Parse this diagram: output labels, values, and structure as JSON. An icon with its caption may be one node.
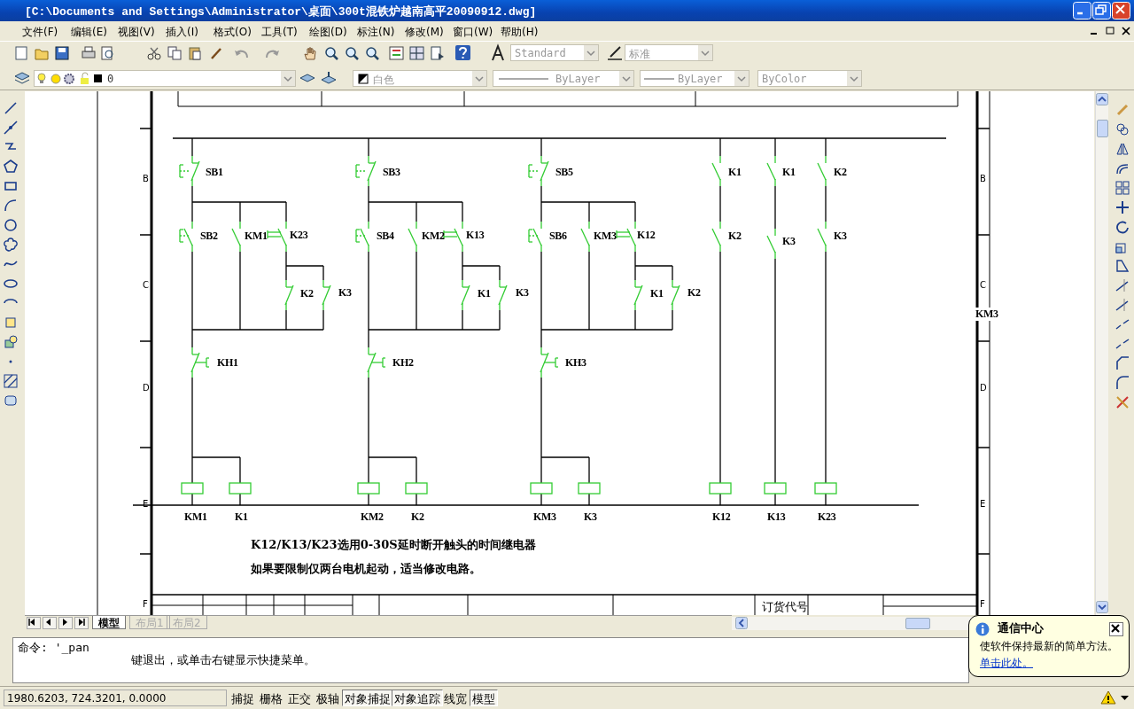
{
  "diagram": {
    "title": "[C:\\Documents and Settings\\Administrator\\桌面\\300t混铁炉越南高平20090912.dwg]",
    "labels": [
      "文件(F)",
      "编辑(E)",
      "视图(V)",
      "插入(I)",
      "格式(O)",
      "工具(T)",
      "绘图(D)",
      "标注(N)",
      "修改(M)",
      "窗口(W)",
      "帮助(H)",
      "Standard",
      "标准",
      "0",
      "白色",
      "ByLayer",
      "ByLayer",
      "ByColor",
      "B",
      "C",
      "D",
      "E",
      "F",
      "B",
      "C",
      "D",
      "E",
      "F",
      "KM3",
      "SB1",
      "SB3",
      "SB5",
      "K1",
      "K1",
      "K2",
      "SB2",
      "KM1",
      "K23",
      "SB4",
      "KM2",
      "K13",
      "SB6",
      "KM3",
      "K12",
      "K2",
      "K3",
      "K3",
      "K2",
      "K3",
      "K1",
      "K3",
      "K1",
      "K2",
      "KH1",
      "KH2",
      "KH3",
      "KM1",
      "K1",
      "KM2",
      "K2",
      "KM3",
      "K3",
      "K12",
      "K13",
      "K23",
      "K12/K13/K23选用0-30S延时断开触头的时间继电器",
      "如果要限制仅两台电机起动，适当修改电路。",
      "订货代号",
      "模型",
      "布局1",
      "布局2",
      "命令: '_pan",
      "键退出，或单击右键显示快捷菜单。",
      "1980.6203, 724.3201, 0.0000",
      "捕捉",
      "栅格",
      "正交",
      "极轴",
      "对象捕捉",
      "对象追踪",
      "线宽",
      "模型",
      "通信中心",
      "使软件保持最新的简单方法。",
      "单击此处。"
    ]
  }
}
